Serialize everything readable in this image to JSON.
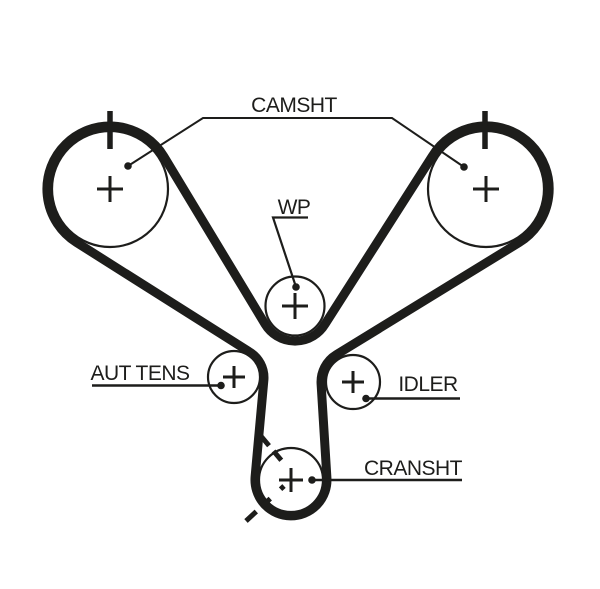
{
  "diagram": {
    "kind": "timing-belt-routing-diagram",
    "colors": {
      "ink": "#1d1d1b",
      "background": "#ffffff"
    },
    "labels": {
      "camshaft": "CAMSHT",
      "water_pump": "WP",
      "tensioner": "AUT TENS",
      "idler": "IDLER",
      "crankshaft": "CRANSHT"
    }
  }
}
